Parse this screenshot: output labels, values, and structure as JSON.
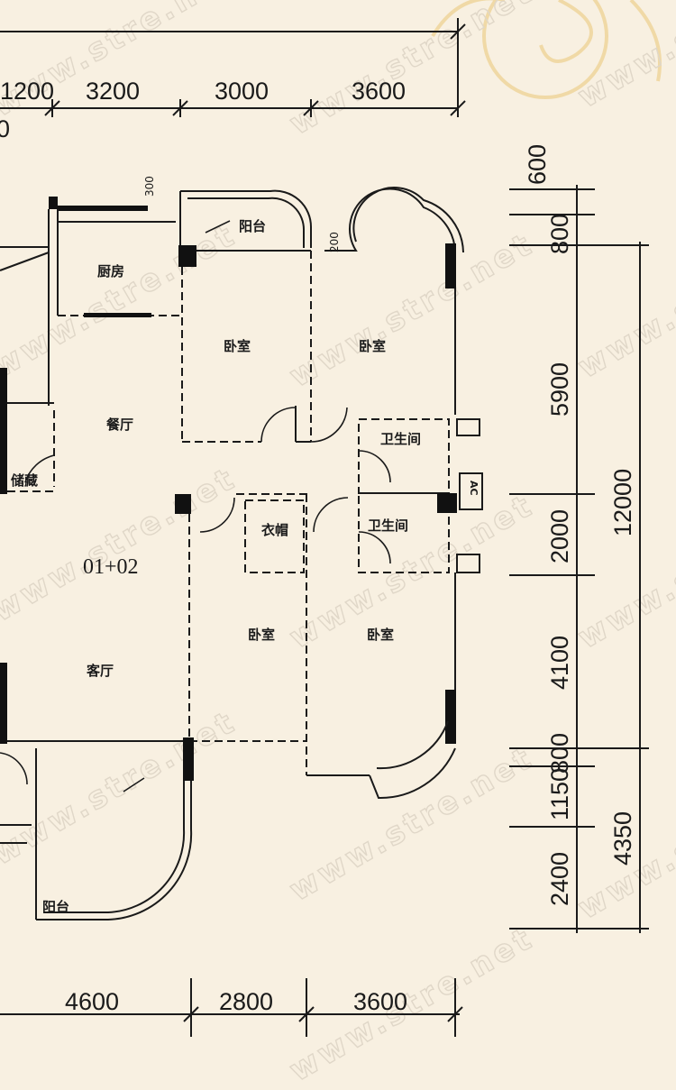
{
  "watermark": "www.stre.net",
  "colors": {
    "background": "#f8f0e1",
    "line": "#1a1a1a",
    "ornament": "#f0d9a6",
    "watermark": "#e0d7c8"
  },
  "unit_label": "01+02",
  "dimensions": {
    "top": [
      "1200",
      "3200",
      "3000",
      "3600"
    ],
    "top_partial": "0",
    "right_inner": [
      "600",
      "800",
      "5900",
      "2000",
      "4100",
      "800",
      "1150",
      "2400"
    ],
    "right_outer": [
      "12000",
      "4350"
    ],
    "bottom": [
      "4600",
      "2800",
      "3600"
    ],
    "inline": [
      "300",
      "200"
    ]
  },
  "rooms": {
    "balcony_top": "阳台",
    "kitchen": "厨房",
    "bedroom_1": "卧室",
    "bedroom_2": "卧室",
    "dining": "餐厅",
    "bathroom_1": "卫生间",
    "storage": "储藏",
    "closet": "衣帽",
    "bathroom_2": "卫生间",
    "bedroom_3": "卧室",
    "bedroom_4": "卧室",
    "living": "客厅",
    "balcony_bottom": "阳台",
    "ac": "AC"
  }
}
